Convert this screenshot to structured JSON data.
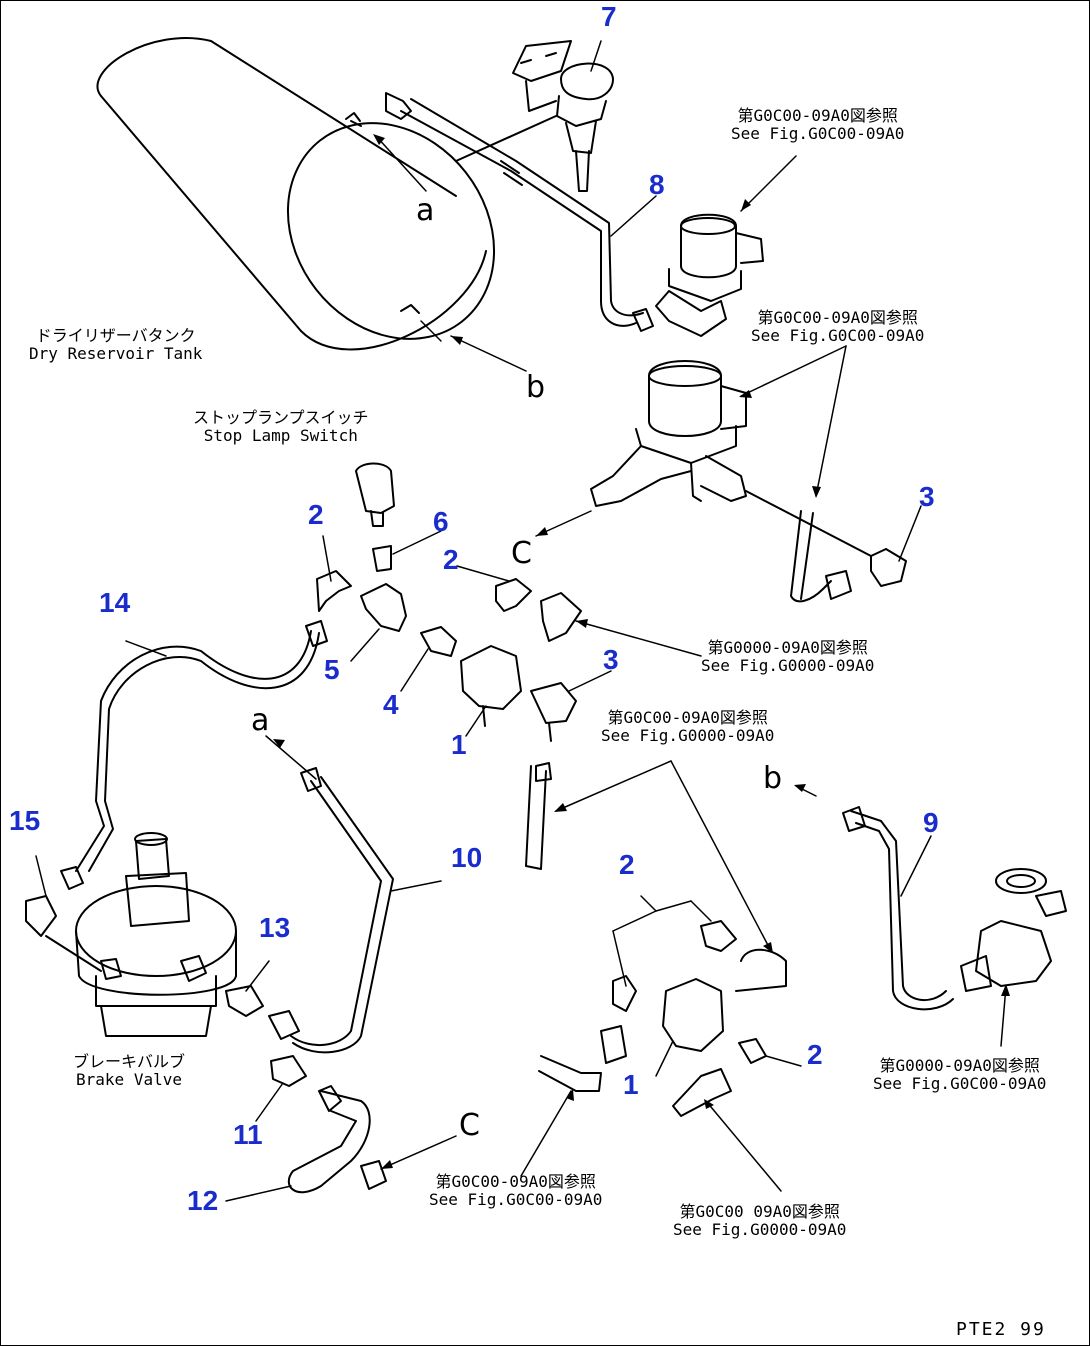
{
  "colors": {
    "part_number": "#1a2ccc",
    "line": "#000000"
  },
  "part_numbers": {
    "n7": "7",
    "n8": "8",
    "n3a": "3",
    "n2a": "2",
    "n6": "6",
    "n2b": "2",
    "n14": "14",
    "n5": "5",
    "n4": "4",
    "n3b": "3",
    "n1a": "1",
    "n15": "15",
    "n10": "10",
    "n13": "13",
    "n9": "9",
    "n2c": "2",
    "n2d": "2",
    "n1b": "1",
    "n11": "11",
    "n12": "12"
  },
  "letters": {
    "a1": "a",
    "b1": "b",
    "c1": "C",
    "a2": "a",
    "b2": "b",
    "c2": "C"
  },
  "labels": {
    "dry_tank": {
      "jp": "ドライリザーバタンク",
      "en": "Dry Reservoir Tank"
    },
    "stop_lamp": {
      "jp": "ストップランプスイッチ",
      "en": "Stop Lamp Switch"
    },
    "brake_valve": {
      "jp": "ブレーキバルブ",
      "en": "Brake Valve"
    },
    "ref1": {
      "jp": "第G0C00-09A0図参照",
      "en": "See Fig.G0C00-09A0"
    },
    "ref2": {
      "jp": "第G0C00-09A0図参照",
      "en": "See Fig.G0C00-09A0"
    },
    "ref3": {
      "jp": "第G0000-09A0図参照",
      "en": "See Fig.G0000-09A0"
    },
    "ref4": {
      "jp": "第G0C00-09A0図参照",
      "en": "See Fig.G0000-09A0"
    },
    "ref5": {
      "jp": "第G0000-09A0図参照",
      "en": "See Fig.G0C00-09A0"
    },
    "ref6": {
      "jp": "第G0C00-09A0図参照",
      "en": "See Fig.G0C00-09A0"
    },
    "ref7": {
      "jp": "第G0C00 09A0図参照",
      "en": "See Fig.G0000-09A0"
    }
  },
  "drawing_code": "PTE2 99"
}
